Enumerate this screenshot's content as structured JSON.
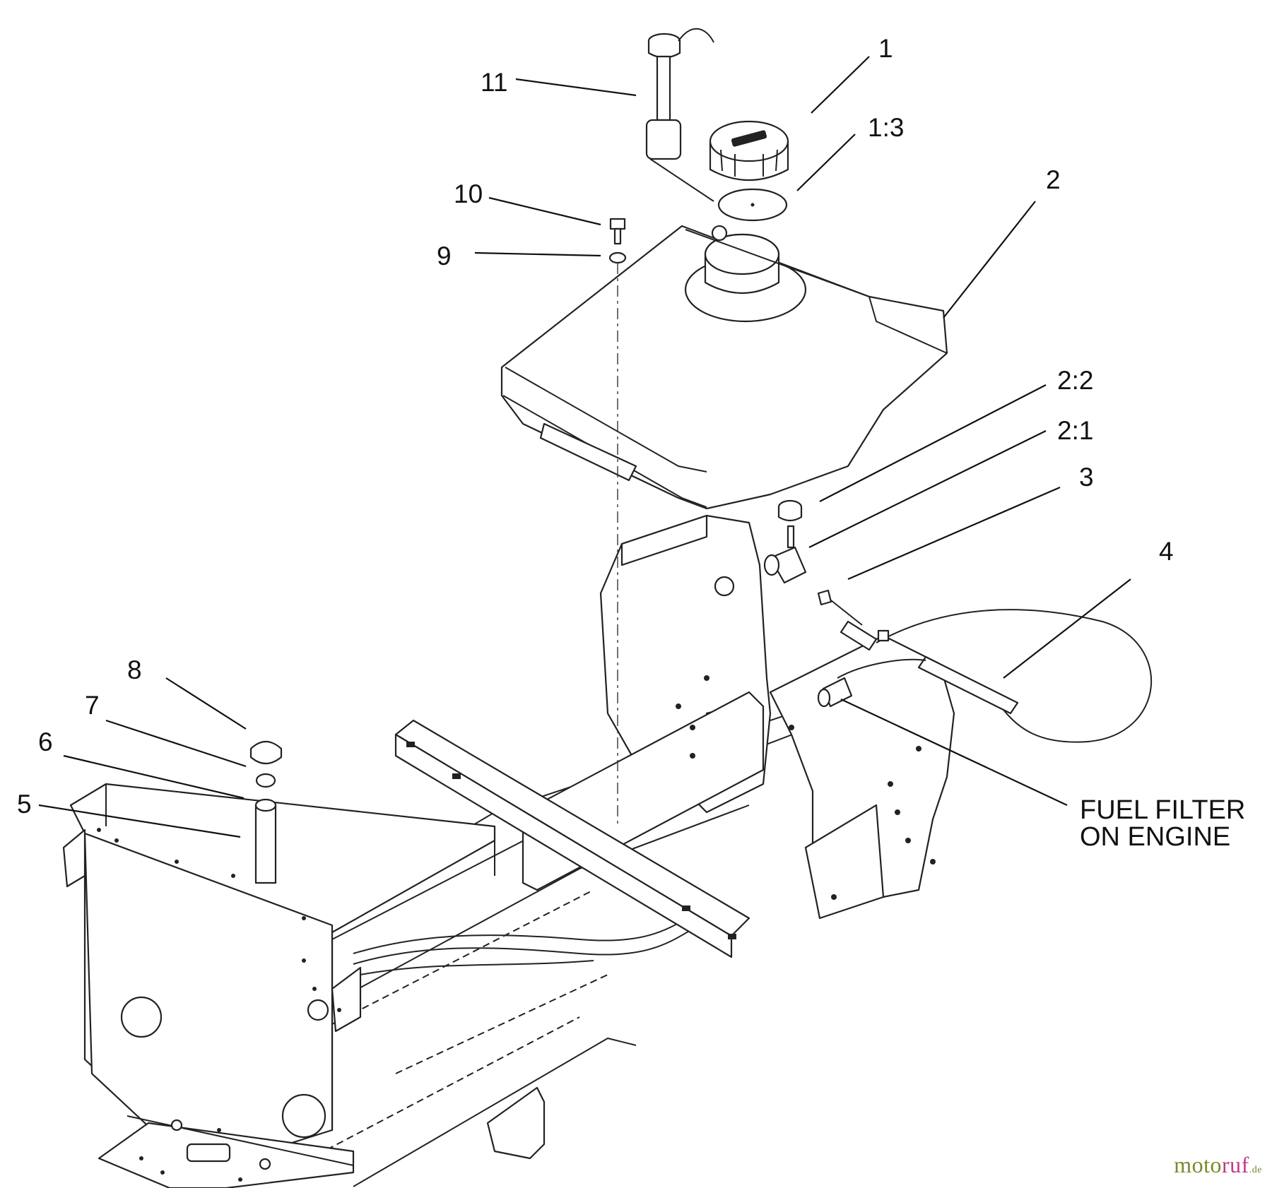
{
  "labels": {
    "p1": "1",
    "p1_3": "1:3",
    "p2": "2",
    "p2_2": "2:2",
    "p2_1": "2:1",
    "p3": "3",
    "p4": "4",
    "p5": "5",
    "p6": "6",
    "p7": "7",
    "p8": "8",
    "p9": "9",
    "p10": "10",
    "p11": "11",
    "fuel_filter": "FUEL FILTER\nON ENGINE"
  },
  "watermark": {
    "part1": "moto",
    "part2": "ruf",
    "ext": ".de",
    "color1": "#7a8a2a",
    "color2": "#c23a8a"
  }
}
